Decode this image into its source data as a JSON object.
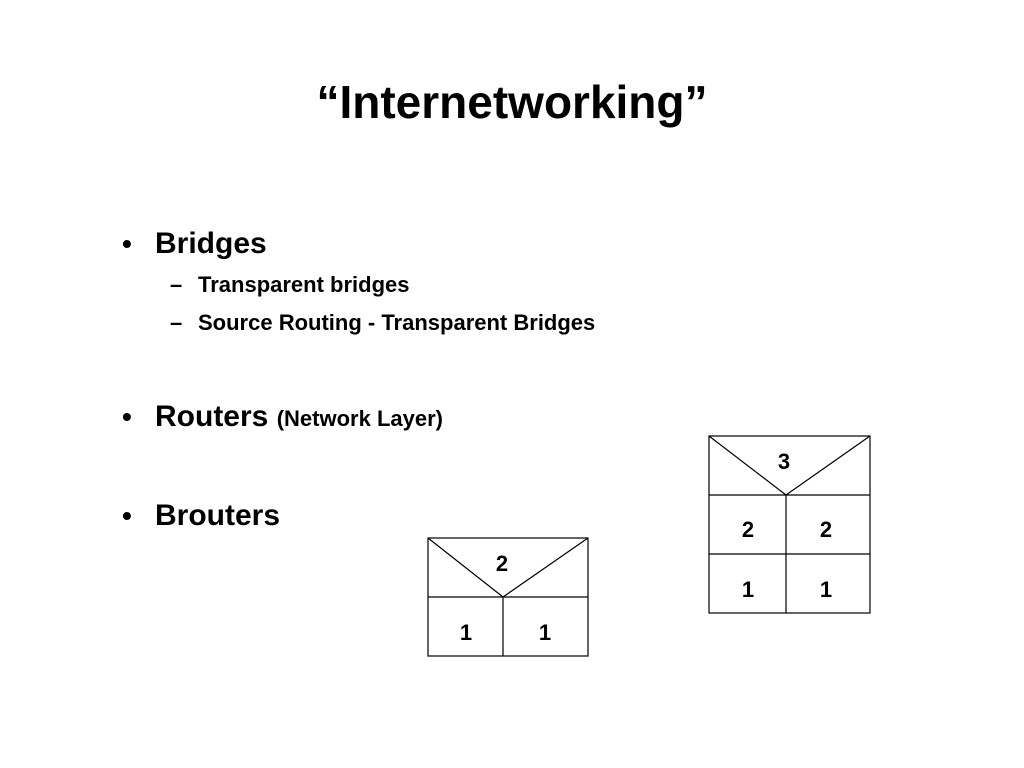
{
  "slide": {
    "title": "“Internetworking”"
  },
  "bullets": [
    {
      "label": "Bridges",
      "sub": [
        "Transparent bridges",
        "Source Routing - Transparent Bridges"
      ]
    },
    {
      "label": "Routers",
      "note": "(Network Layer)"
    },
    {
      "label": "Brouters"
    }
  ],
  "glyphs": {
    "bullet": "•",
    "dash": "–"
  },
  "layer_stacks": [
    {
      "top": "2",
      "rows": [
        [
          "1",
          "1"
        ]
      ]
    },
    {
      "top": "3",
      "rows": [
        [
          "2",
          "2"
        ],
        [
          "1",
          "1"
        ]
      ]
    }
  ]
}
